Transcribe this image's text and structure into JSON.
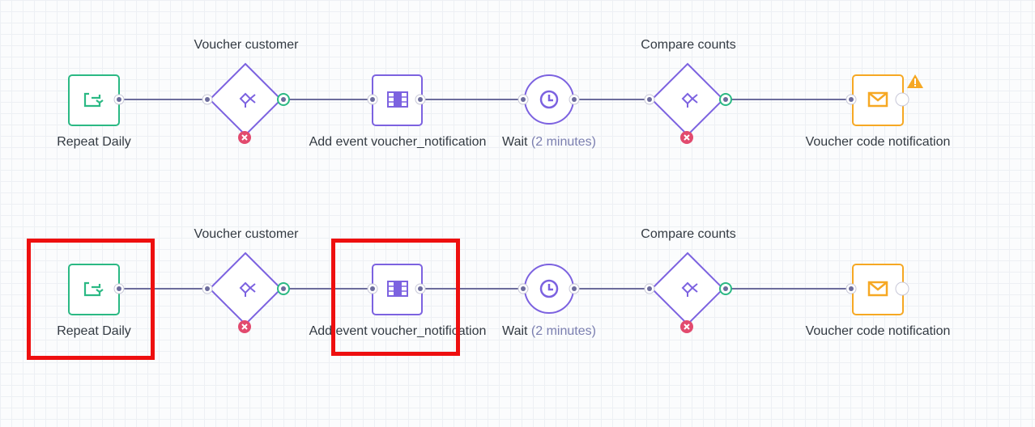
{
  "workflow_rows": [
    {
      "trigger_label": "Repeat Daily",
      "condition1_title": "Voucher customer",
      "event_label": "Add event voucher_notification",
      "wait_label": "Wait",
      "wait_duration": "(2 minutes)",
      "condition2_title": "Compare counts",
      "email_label": "Voucher code notification",
      "email_warning": true
    },
    {
      "trigger_label": "Repeat Daily",
      "condition1_title": "Voucher customer",
      "event_label": "Add event voucher_notification",
      "wait_label": "Wait",
      "wait_duration": "(2 minutes)",
      "condition2_title": "Compare counts",
      "email_label": "Voucher code notification",
      "email_warning": false
    }
  ],
  "colors": {
    "trigger": "#2bb984",
    "condition": "#7c62e0",
    "action": "#7c62e0",
    "email": "#f6a823",
    "connector": "#6c6c9c",
    "success": "#2bb984",
    "failure": "#e24a6e",
    "warning": "#f6a823",
    "highlight": "#ee0f0f"
  },
  "icons": {
    "trigger": "repeat-icon",
    "condition": "condition-split-icon",
    "event": "film-icon",
    "wait": "clock-icon",
    "email": "envelope-icon",
    "failure": "x-icon",
    "warning": "warning-triangle-icon"
  }
}
